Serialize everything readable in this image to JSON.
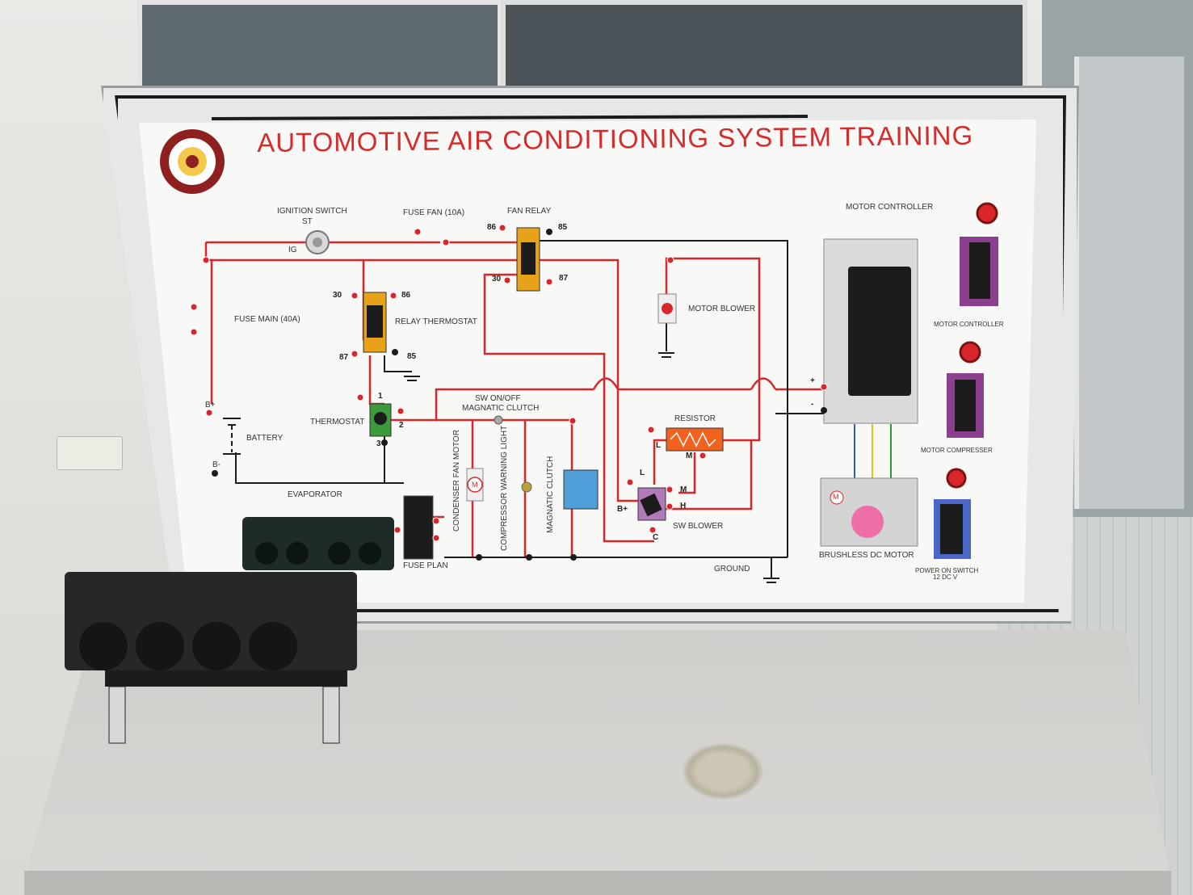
{
  "board": {
    "title": "AUTOMOTIVE  AIR  CONDITIONING  SYSTEM TRAINING",
    "labels": {
      "ignition_switch": "IGNITION SWITCH",
      "st": "ST",
      "ig": "IG",
      "fuse_fan": "FUSE FAN (10A)",
      "fan_relay": "FAN RELAY",
      "fuse_main": "FUSE MAIN (40A)",
      "relay_thermostat": "RELAY THERMOSTAT",
      "thermostat": "THERMOSTAT",
      "battery": "BATTERY",
      "b_plus": "B+",
      "b_minus": "B-",
      "sw_onoff": "SW  ON/OFF",
      "magnatic_clutch_sw": "MAGNATIC CLUTCH",
      "condenser_fan_motor": "CONDENSER FAN MOTOR",
      "compressor_warning_light": "COMPRESSOR WARNING LIGHT",
      "magnatic_clutch": "MAGNATIC CLUTCH",
      "resistor": "RESISTOR",
      "motor_blower": "MOTOR BLOWER",
      "sw_blower": "SW BLOWER",
      "evaporator": "EVAPORATOR",
      "fuse_plan": "FUSE PLAN",
      "ground": "GROUND",
      "motor_controller": "MOTOR CONTROLLER",
      "brushless_dc_motor": "BRUSHLESS DC MOTOR"
    },
    "pins": {
      "p86a": "86",
      "p85a": "85",
      "p30a": "30",
      "p87a": "87",
      "p30b": "30",
      "p86b": "86",
      "p87b": "87",
      "p85b": "85",
      "t1": "1",
      "t2": "2",
      "t3": "3",
      "l1": "L",
      "m1": "M",
      "l2": "L",
      "m2": "M",
      "h": "H",
      "c": "C",
      "bplus2": "B+",
      "plus": "+",
      "minus": "-",
      "motor_m": "M",
      "cond_m": "M"
    }
  },
  "right_panel": {
    "motor_controller": "MOTOR CONTROLLER",
    "motor_compresser": "MOTOR COMPRESSER",
    "power_on_switch": "POWER ON SWITCH",
    "voltage": "12 DC V"
  },
  "colors": {
    "wire_red": "#d9262b",
    "wire_black": "#1c1c1c",
    "title_red": "#d52b2b",
    "breaker_purple": "#8a3f8f",
    "relay_yellow": "#e8a21a",
    "resistor_orange": "#f0621e"
  }
}
